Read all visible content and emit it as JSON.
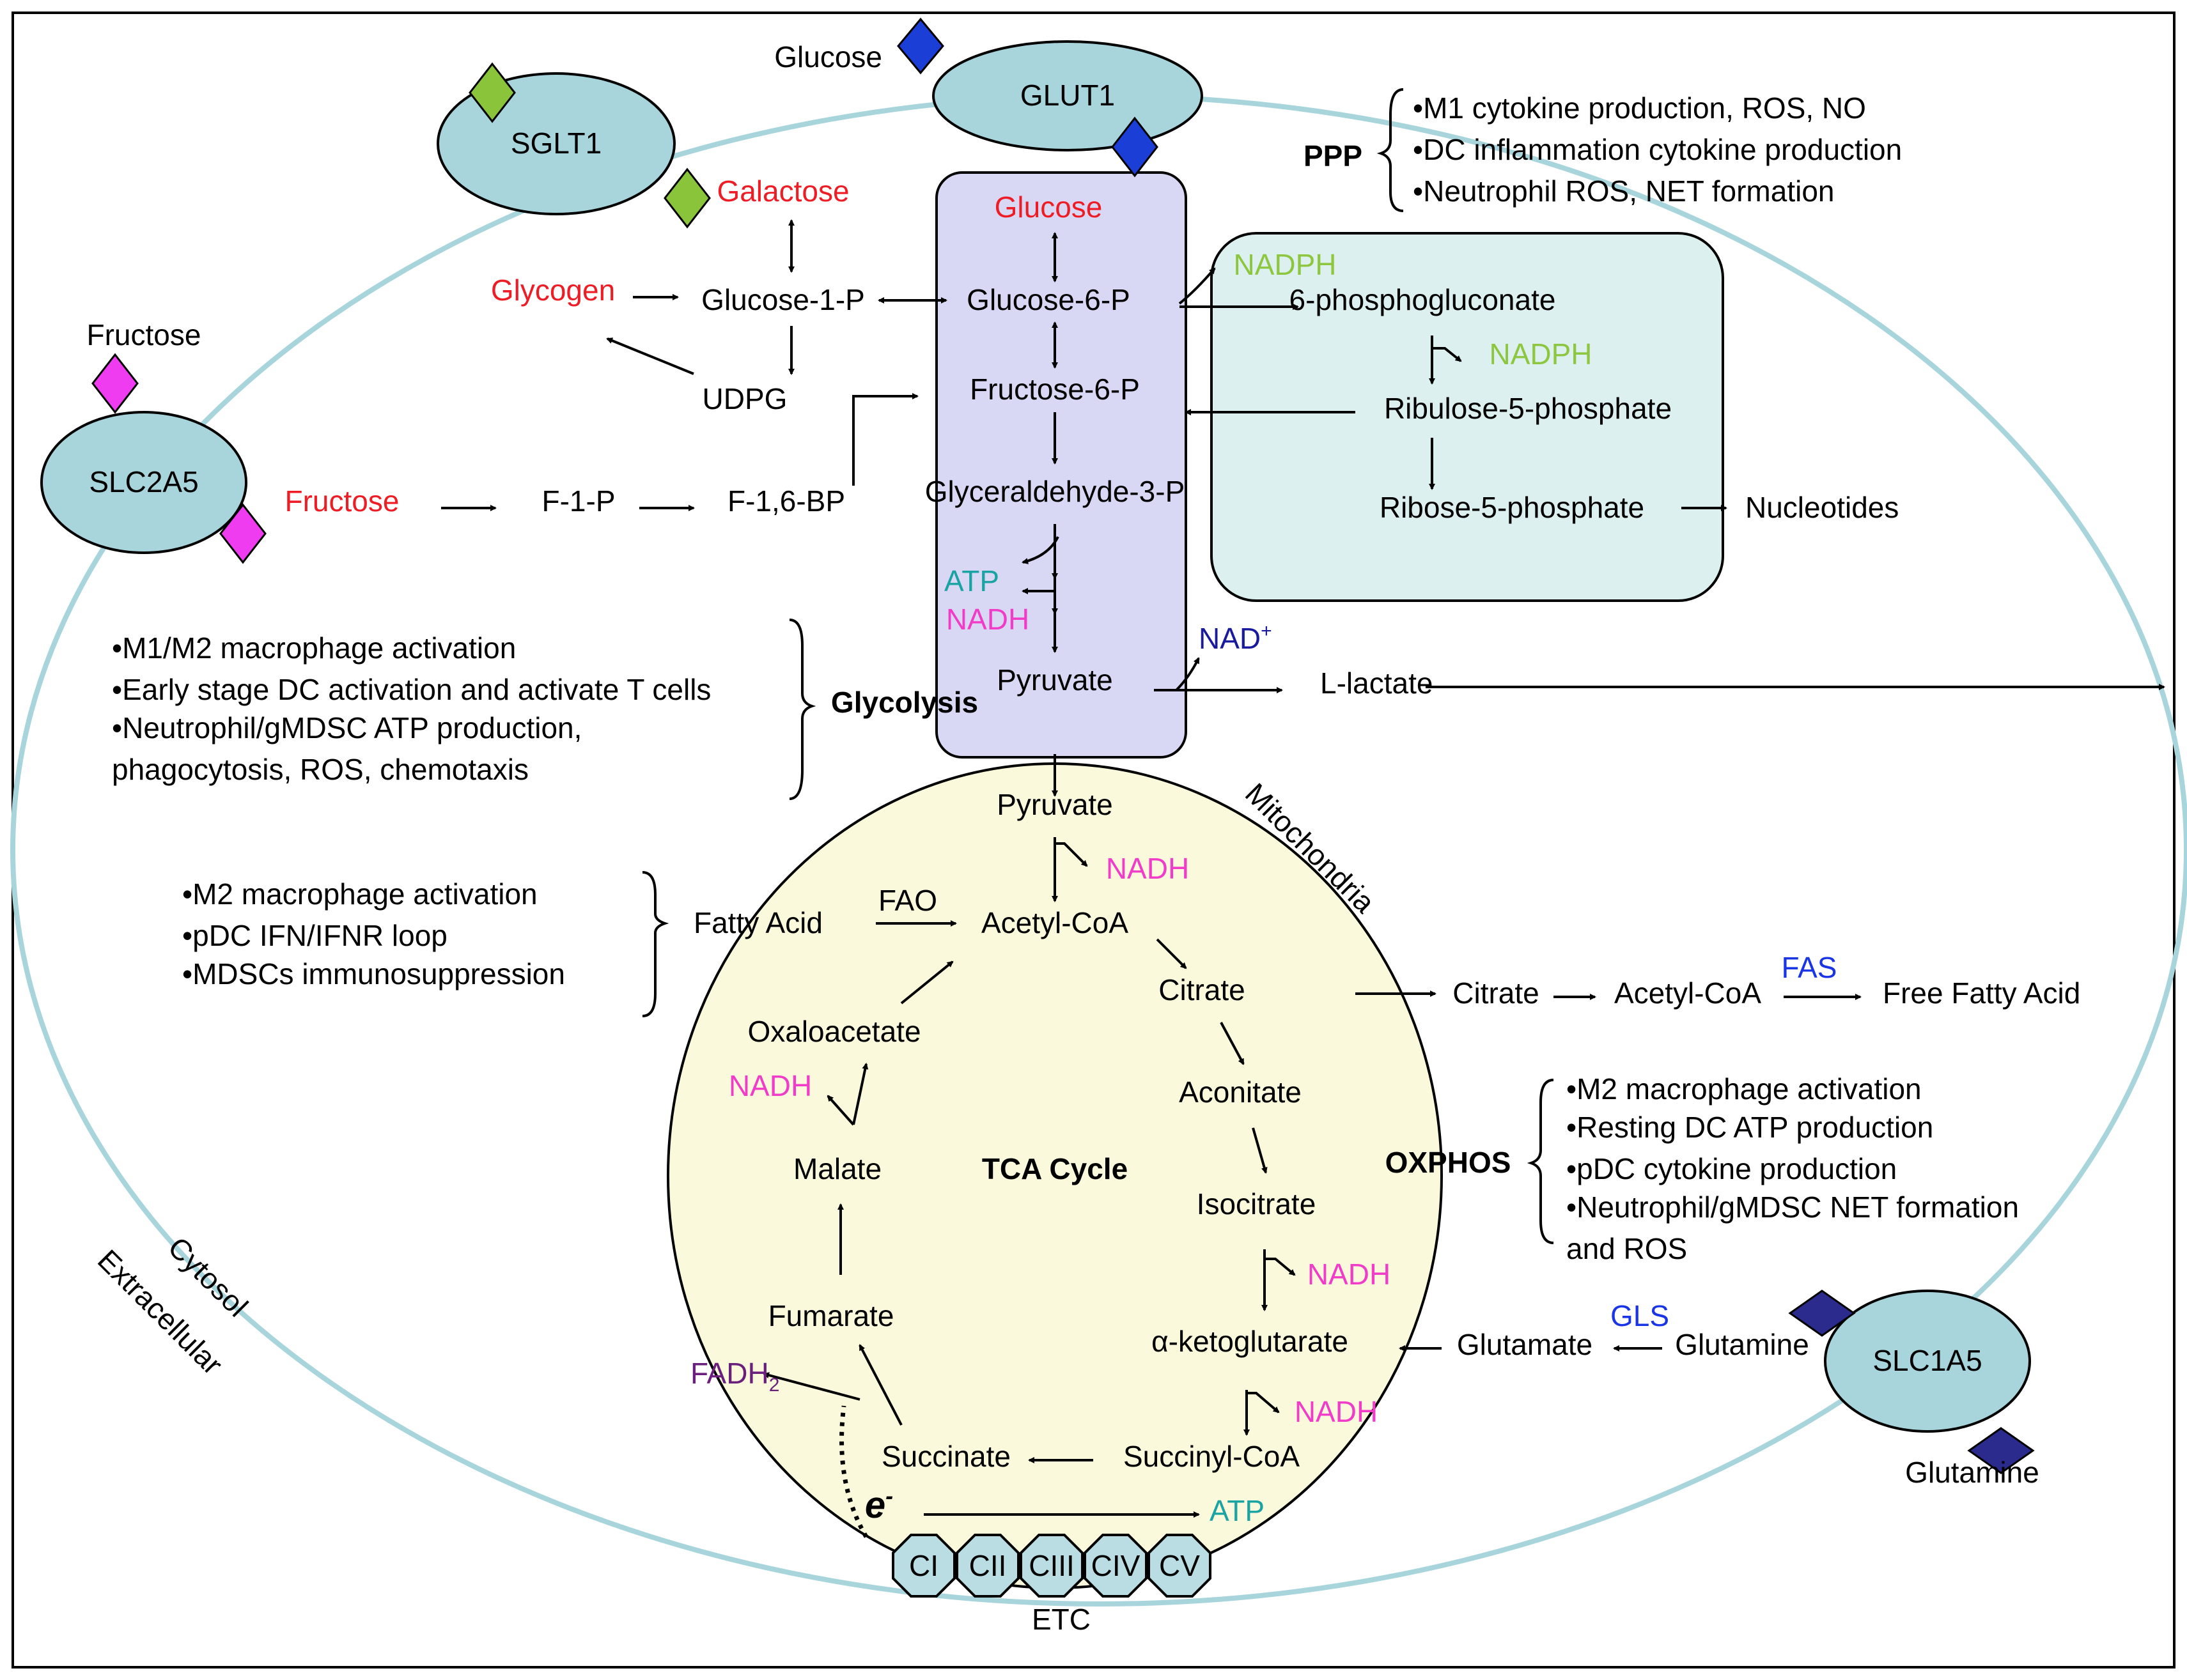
{
  "colors": {
    "red": "#ee1c25",
    "green": "#8dc63f",
    "teal": "#1aa3a3",
    "magenta": "#f03cc8",
    "navy": "#1a1a9c",
    "purple": "#6b1f7c",
    "blue": "#1a35e6",
    "black": "#000000",
    "membrane": "#a8d5dc",
    "transporter_fill": "#a8d5dc",
    "glycolysis_box": "#d8d8f5",
    "ppp_box": "#ddf0f0",
    "mito_fill": "#fbf9dc",
    "etc_fill": "#b9dde2",
    "glucose_diamond": "#1a3ed6",
    "galactose_diamond": "#8ac43b",
    "fructose_diamond": "#f03cf0",
    "glutamine_diamond": "#2b2b8e"
  },
  "transporters": {
    "sglt1": "SGLT1",
    "glut1": "GLUT1",
    "slc2a5": "SLC2A5",
    "slc1a5": "SLC1A5"
  },
  "extracellular": {
    "glucose": "Glucose",
    "fructose": "Fructose",
    "glutamine": "Glutamine"
  },
  "regions": {
    "cytosol": "Cytosol",
    "extracellular": "Extracellular",
    "mitochondria": "Mitochondria"
  },
  "glycolysis": {
    "glucose": "Glucose",
    "g6p": "Glucose-6-P",
    "f6p": "Fructose-6-P",
    "g3p": "Glyceraldehyde-3-P",
    "atp": "ATP",
    "nadh": "NADH",
    "pyruvate": "Pyruvate",
    "label": "Glycolysis"
  },
  "side_metabolism": {
    "galactose": "Galactose",
    "glycogen": "Glycogen",
    "g1p": "Glucose-1-P",
    "udpg": "UDPG",
    "fructose": "Fructose",
    "f1p": "F-1-P",
    "f16bp": "F-1,6-BP",
    "nad_plus": "NAD",
    "nad_plus_sup": "+",
    "lactate": "L-lactate"
  },
  "ppp": {
    "label": "PPP",
    "nadph_1": "NADPH",
    "phosphogluconate": "6-phosphogluconate",
    "nadph_2": "NADPH",
    "ribulose": "Ribulose-5-phosphate",
    "ribose": "Ribose-5-phosphate",
    "nucleotides": "Nucleotides",
    "functions": [
      "•M1 cytokine production, ROS, NO",
      "•DC inflammation cytokine production",
      "•Neutrophil ROS, NET formation"
    ]
  },
  "glycolysis_functions": [
    "•M1/M2 macrophage activation",
    "•Early stage DC activation and activate T cells",
    "•Neutrophil/gMDSC ATP production,",
    "phagocytosis, ROS, chemotaxis"
  ],
  "fao": {
    "functions": [
      "•M2 macrophage activation",
      "•pDC IFN/IFNR loop",
      "•MDSCs immunosuppression"
    ],
    "fatty_acid": "Fatty Acid",
    "fao_label": "FAO"
  },
  "tca": {
    "pyruvate": "Pyruvate",
    "nadh_pyr": "NADH",
    "acetyl_coa": "Acetyl-CoA",
    "citrate": "Citrate",
    "aconitate": "Aconitate",
    "isocitrate": "Isocitrate",
    "nadh_iso": "NADH",
    "akg": "α-ketoglutarate",
    "nadh_akg": "NADH",
    "succinyl_coa": "Succinyl-CoA",
    "succinate": "Succinate",
    "fadh": "FADH",
    "fadh_sub": "2",
    "fumarate": "Fumarate",
    "malate": "Malate",
    "nadh_mal": "NADH",
    "oxaloacetate": "Oxaloacetate",
    "label": "TCA Cycle",
    "electron": "e",
    "electron_sup": "-",
    "atp": "ATP",
    "etc_label": "ETC",
    "complexes": [
      "CI",
      "CII",
      "CIII",
      "CIV",
      "CV"
    ]
  },
  "fas": {
    "citrate": "Citrate",
    "acetyl_coa": "Acetyl-CoA",
    "fas_label": "FAS",
    "ffa": "Free Fatty Acid"
  },
  "oxphos": {
    "label": "OXPHOS",
    "functions": [
      "•M2 macrophage activation",
      "•Resting DC ATP production",
      "•pDC cytokine production",
      "•Neutrophil/gMDSC NET formation",
      "and ROS"
    ]
  },
  "glutamine": {
    "gls": "GLS",
    "glutamine": "Glutamine",
    "glutamate": "Glutamate"
  }
}
